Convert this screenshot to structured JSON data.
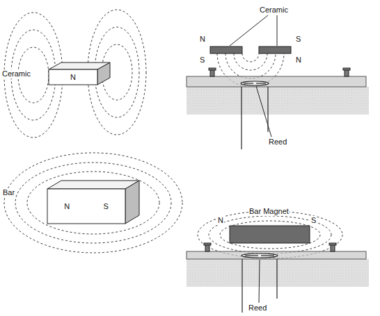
{
  "diagram": {
    "nodes": [
      {
        "text": [
          "N"
        ]
      },
      {
        "text": [
          "N",
          "S"
        ]
      }
    ],
    "labels": [
      "Ceramic",
      "Ceramic",
      "N",
      "S",
      "S",
      "N",
      "Reed",
      "Bar",
      "Bar Magnet",
      "N",
      "S",
      "Reed"
    ]
  }
}
